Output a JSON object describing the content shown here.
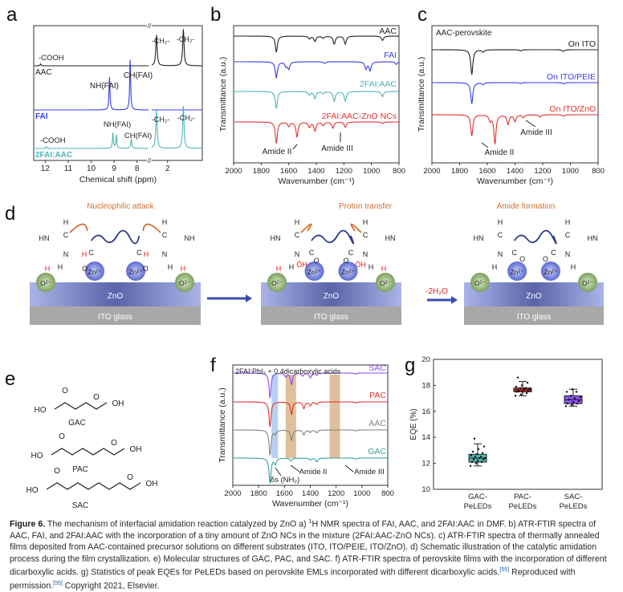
{
  "panel_letters": [
    "a",
    "b",
    "c",
    "d",
    "e",
    "f",
    "g"
  ],
  "chart_data": [
    {
      "id": "a",
      "type": "line",
      "title": "",
      "xlabel": "Chemical shift (ppm)",
      "xticks": [
        "12",
        "11",
        "10",
        "9",
        "8",
        "2"
      ],
      "series": [
        {
          "name": "AAC",
          "color": "#222222",
          "peaks": [
            [
              12.2,
              0.05
            ],
            [
              2.35,
              0.8
            ],
            [
              1.5,
              0.95
            ]
          ],
          "annotations": [
            "-COOH",
            "-CH₂-",
            "-CH₂-"
          ]
        },
        {
          "name": "FAI",
          "color": "#3a3af0",
          "peaks": [
            [
              9.2,
              0.85
            ],
            [
              8.3,
              1.3
            ]
          ],
          "annotations": [
            "NH(FAI)",
            "CH(FAI)"
          ]
        },
        {
          "name": "2FAI:AAC",
          "color": "#4fb5b5",
          "peaks": [
            [
              11.95,
              0.05
            ],
            [
              9.05,
              0.4
            ],
            [
              8.9,
              0.35
            ],
            [
              8.25,
              0.25
            ],
            [
              2.35,
              1.0
            ],
            [
              1.5,
              1.1
            ]
          ],
          "annotations": [
            "-COOH",
            "NH(FAI)",
            "CH(FAI)",
            "-CH₂-",
            "-CH₂-"
          ]
        }
      ]
    },
    {
      "id": "b",
      "type": "line",
      "xlabel": "Wavenumber (cm⁻¹)",
      "ylabel": "Transmittance (a.u.)",
      "xlim": [
        2000,
        800
      ],
      "xticks": [
        "2000",
        "1800",
        "1600",
        "1400",
        "1200",
        "1000",
        "800"
      ],
      "series": [
        {
          "name": "AAC",
          "color": "#222222",
          "peaks": [
            [
              1690,
              0.9
            ],
            [
              1450,
              0.15
            ],
            [
              1410,
              0.3
            ],
            [
              1350,
              0.12
            ],
            [
              1270,
              0.45
            ],
            [
              1190,
              0.45
            ],
            [
              920,
              0.25
            ]
          ]
        },
        {
          "name": "FAI",
          "color": "#3a3af0",
          "peaks": [
            [
              1690,
              0.9
            ],
            [
              1600,
              0.4
            ],
            [
              1620,
              0.25
            ],
            [
              1340,
              0.1
            ],
            [
              1040,
              0.4
            ],
            [
              1010,
              0.5
            ],
            [
              820,
              0.15
            ]
          ]
        },
        {
          "name": "2FAI:AAC",
          "color": "#4fb5b5",
          "peaks": [
            [
              1690,
              0.95
            ],
            [
              1450,
              0.2
            ],
            [
              1410,
              0.4
            ],
            [
              1350,
              0.12
            ],
            [
              1270,
              0.55
            ],
            [
              1190,
              0.55
            ],
            [
              920,
              0.3
            ]
          ]
        },
        {
          "name": "2FAI:AAC-ZnO NCs",
          "color": "#e03030",
          "peaks": [
            [
              1690,
              1.2
            ],
            [
              1600,
              0.25
            ],
            [
              1540,
              0.85
            ],
            [
              1450,
              0.3
            ],
            [
              1410,
              0.5
            ],
            [
              1350,
              0.2
            ],
            [
              1280,
              0.35
            ],
            [
              1190,
              0.3
            ],
            [
              920,
              0.1
            ]
          ]
        }
      ],
      "annotations": [
        "Amide II",
        "Amide III"
      ]
    },
    {
      "id": "c",
      "type": "line",
      "xlabel": "Wavenumber (cm⁻¹)",
      "ylabel": "Transmittance (a.u.)",
      "xlim": [
        2000,
        800
      ],
      "xticks": [
        "2000",
        "1800",
        "1600",
        "1400",
        "1200",
        "1000",
        "800"
      ],
      "inset_title": "AAC-perovskite",
      "series": [
        {
          "name": "On ITO",
          "color": "#222222",
          "peaks": [
            [
              1712,
              1.3
            ],
            [
              1630,
              0.12
            ],
            [
              1360,
              0.06
            ],
            [
              1050,
              0.08
            ]
          ]
        },
        {
          "name": "On ITO/PEIE",
          "color": "#3a3af0",
          "peaks": [
            [
              1712,
              1.1
            ],
            [
              1630,
              0.1
            ],
            [
              1360,
              0.05
            ],
            [
              1050,
              0.06
            ]
          ]
        },
        {
          "name": "On ITO/ZnO",
          "color": "#e03030",
          "peaks": [
            [
              1712,
              1.1
            ],
            [
              1580,
              0.3
            ],
            [
              1545,
              1.5
            ],
            [
              1450,
              0.5
            ],
            [
              1400,
              0.35
            ],
            [
              1340,
              0.15
            ],
            [
              1220,
              0.12
            ],
            [
              1050,
              0.08
            ]
          ]
        }
      ],
      "annotations": [
        "Amide III",
        "Amide II"
      ]
    },
    {
      "id": "f",
      "type": "line",
      "xlabel": "Wavenumber (cm⁻¹)",
      "ylabel": "Transmittance (a.u.)",
      "xlim": [
        2000,
        800
      ],
      "xticks": [
        "2000",
        "1800",
        "1600",
        "1400",
        "1200",
        "1000",
        "800"
      ],
      "inset_title": "2FAI:PbI₂ + 0.4dicarboxylic acids",
      "bands": [
        [
          1700,
          1650,
          "#a9c8f0"
        ],
        [
          1590,
          1510,
          "#d9b58a"
        ],
        [
          1250,
          1170,
          "#d9b58a"
        ]
      ],
      "series": [
        {
          "name": "SAC",
          "color": "#8a4cf0",
          "peaks": [
            [
              1712,
              1.3
            ],
            [
              1590,
              0.2
            ],
            [
              1545,
              0.6
            ],
            [
              1460,
              0.15
            ],
            [
              1400,
              0.25
            ],
            [
              1350,
              0.12
            ],
            [
              1050,
              0.06
            ]
          ]
        },
        {
          "name": "PAC",
          "color": "#e03030",
          "peaks": [
            [
              1712,
              1.3
            ],
            [
              1545,
              0.65
            ],
            [
              1450,
              0.35
            ],
            [
              1400,
              0.2
            ],
            [
              1350,
              0.12
            ],
            [
              1050,
              0.06
            ]
          ]
        },
        {
          "name": "AAC",
          "color": "#808080",
          "peaks": [
            [
              1712,
              1.3
            ],
            [
              1670,
              0.2
            ],
            [
              1545,
              0.55
            ],
            [
              1450,
              0.25
            ],
            [
              1400,
              0.12
            ],
            [
              1350,
              0.15
            ],
            [
              1050,
              0.05
            ]
          ]
        },
        {
          "name": "GAC",
          "color": "#3aa0a0",
          "peaks": [
            [
              1712,
              1.3
            ],
            [
              1670,
              0.3
            ],
            [
              1550,
              0.15
            ],
            [
              1400,
              0.1
            ],
            [
              1350,
              0.2
            ],
            [
              1050,
              0.05
            ]
          ]
        }
      ],
      "annotations": [
        "δs (NH₂)",
        "Amide II",
        "Amide III"
      ]
    },
    {
      "id": "g",
      "type": "box",
      "ylabel": "EQE (%)",
      "ylim": [
        10,
        20
      ],
      "yticks": [
        "10",
        "12",
        "14",
        "16",
        "18",
        "20"
      ],
      "categories": [
        "GAC-\nPeLEDs",
        "PAC-\nPeLEDs",
        "SAC-\nPeLEDs"
      ],
      "category_lines": [
        [
          "GAC-",
          "PeLEDs"
        ],
        [
          "PAC-",
          "PeLEDs"
        ],
        [
          "SAC-",
          "PeLEDs"
        ]
      ],
      "series": [
        {
          "name": "GAC-PeLEDs",
          "color": "#4fb8b4",
          "q1": 12.1,
          "median": 12.4,
          "q3": 12.7,
          "mean": 12.45,
          "min": 11.8,
          "max": 13.5,
          "points": [
            11.8,
            12.0,
            12.1,
            12.1,
            12.2,
            12.3,
            12.3,
            12.4,
            12.4,
            12.5,
            12.5,
            12.6,
            12.7,
            12.8,
            12.9,
            13.1,
            13.3,
            13.9
          ]
        },
        {
          "name": "PAC-PeLEDs",
          "color": "#d42a2a",
          "q1": 17.5,
          "median": 17.65,
          "q3": 17.8,
          "mean": 17.65,
          "min": 17.2,
          "max": 18.3,
          "points": [
            17.2,
            17.3,
            17.4,
            17.5,
            17.5,
            17.6,
            17.6,
            17.7,
            17.7,
            17.8,
            17.8,
            17.9,
            18.0,
            18.2,
            18.6
          ]
        },
        {
          "name": "SAC-PeLEDs",
          "color": "#8a55f0",
          "q1": 16.6,
          "median": 16.9,
          "q3": 17.2,
          "mean": 16.95,
          "min": 16.4,
          "max": 17.7,
          "points": [
            16.4,
            16.5,
            16.6,
            16.6,
            16.7,
            16.8,
            16.9,
            17.0,
            17.1,
            17.2,
            17.5,
            17.5,
            17.7
          ]
        }
      ]
    }
  ],
  "scheme_d": {
    "steps": [
      "Nucleophilic attack",
      "Proton transfer",
      "Amide formation"
    ],
    "layer_zno": "ZnO",
    "layer_ito": "ITO glass",
    "zn_label": "Zn²⁺",
    "o_label": "O²⁻",
    "water_loss": "-2H₂O",
    "atoms": {
      "HN": "HN",
      "NH": "NH",
      "N": "N",
      "H": "H",
      "C": "C",
      "O": "O",
      "OH": "ÖH"
    }
  },
  "molecules_e": [
    "GAC",
    "PAC",
    "SAC"
  ],
  "molecule_atoms": {
    "HO": "HO",
    "OH": "OH",
    "O": "O"
  },
  "caption": {
    "label": "Figure 6.",
    "text1": " The mechanism of interfacial amidation reaction catalyzed by ZnO a) ",
    "sup1": "1",
    "text2": "H NMR spectra of FAI, AAC, and 2FAI:AAC in DMF. b) ATR-FTIR spectra of AAC, FAI, and 2FAI:AAC with the incorporation of a tiny amount of ZnO NCs in the mixture (2FAI:AAC-ZnO NCs). c) ATR-FTIR spectra of thermally annealed films deposited from AAC-contained precursor solutions on different substrates (ITO, ITO/PEIE, ITO/ZnO). d) Schematic illustration of the catalytic amidation process during the film crystallization. e) Molecular structures of GAC, PAC, and SAC. f) ATR-FTIR spectra of perovskite films with the incorporation of different dicarboxylic acids. g) Statistics of peak EQEs for PeLEDs based on perovskite EMLs incorporated with different dicarboxylic acids.",
    "ref1": "[55]",
    "text3": " Reproduced with permission.",
    "ref2": "[55]",
    "text4": " Copyright 2021, Elsevier."
  }
}
